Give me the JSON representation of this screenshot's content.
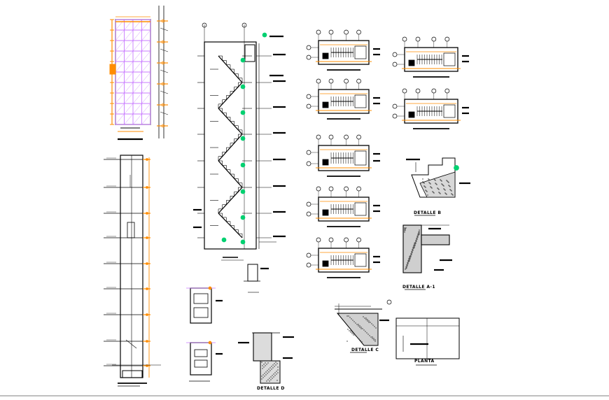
{
  "sheet": {
    "labels": {
      "detail_b": "DETALLE B",
      "detail_a1": "DETALLE A-1",
      "detail_c": "DETALLE C",
      "detail_d": "DETALLE D",
      "plan": "PLANTA"
    }
  },
  "colors": {
    "line": "#000000",
    "accent": "#ff8c00",
    "grid": "#c878ff",
    "node": "#00d070",
    "paper": "#ffffff"
  }
}
